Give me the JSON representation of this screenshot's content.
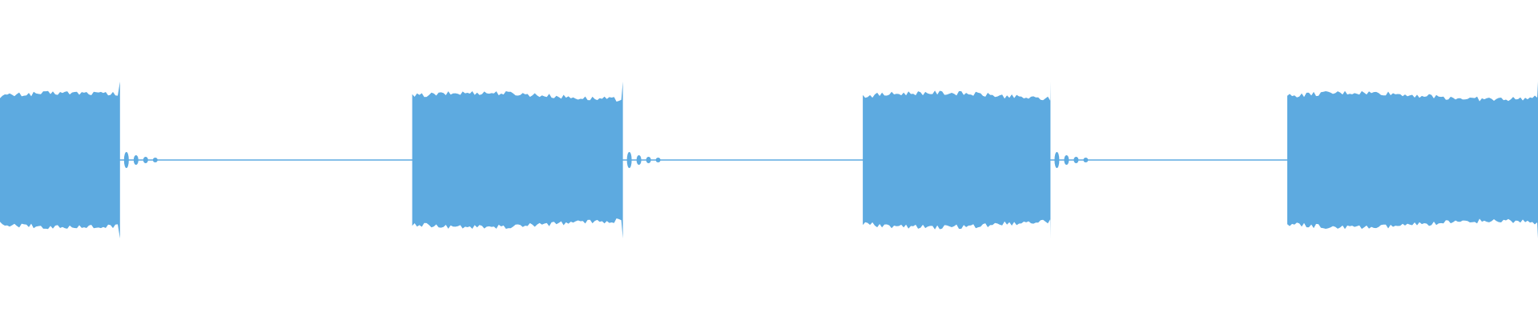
{
  "waveform": {
    "color": "#5DAAE0",
    "background": "#FFFFFF",
    "segments": [
      {
        "start": 0.0,
        "end": 0.078,
        "level": 0.8
      },
      {
        "start": 0.268,
        "end": 0.405,
        "level": 0.8
      },
      {
        "start": 0.561,
        "end": 0.683,
        "level": 0.8
      },
      {
        "start": 0.837,
        "end": 1.0,
        "level": 0.8
      }
    ]
  }
}
